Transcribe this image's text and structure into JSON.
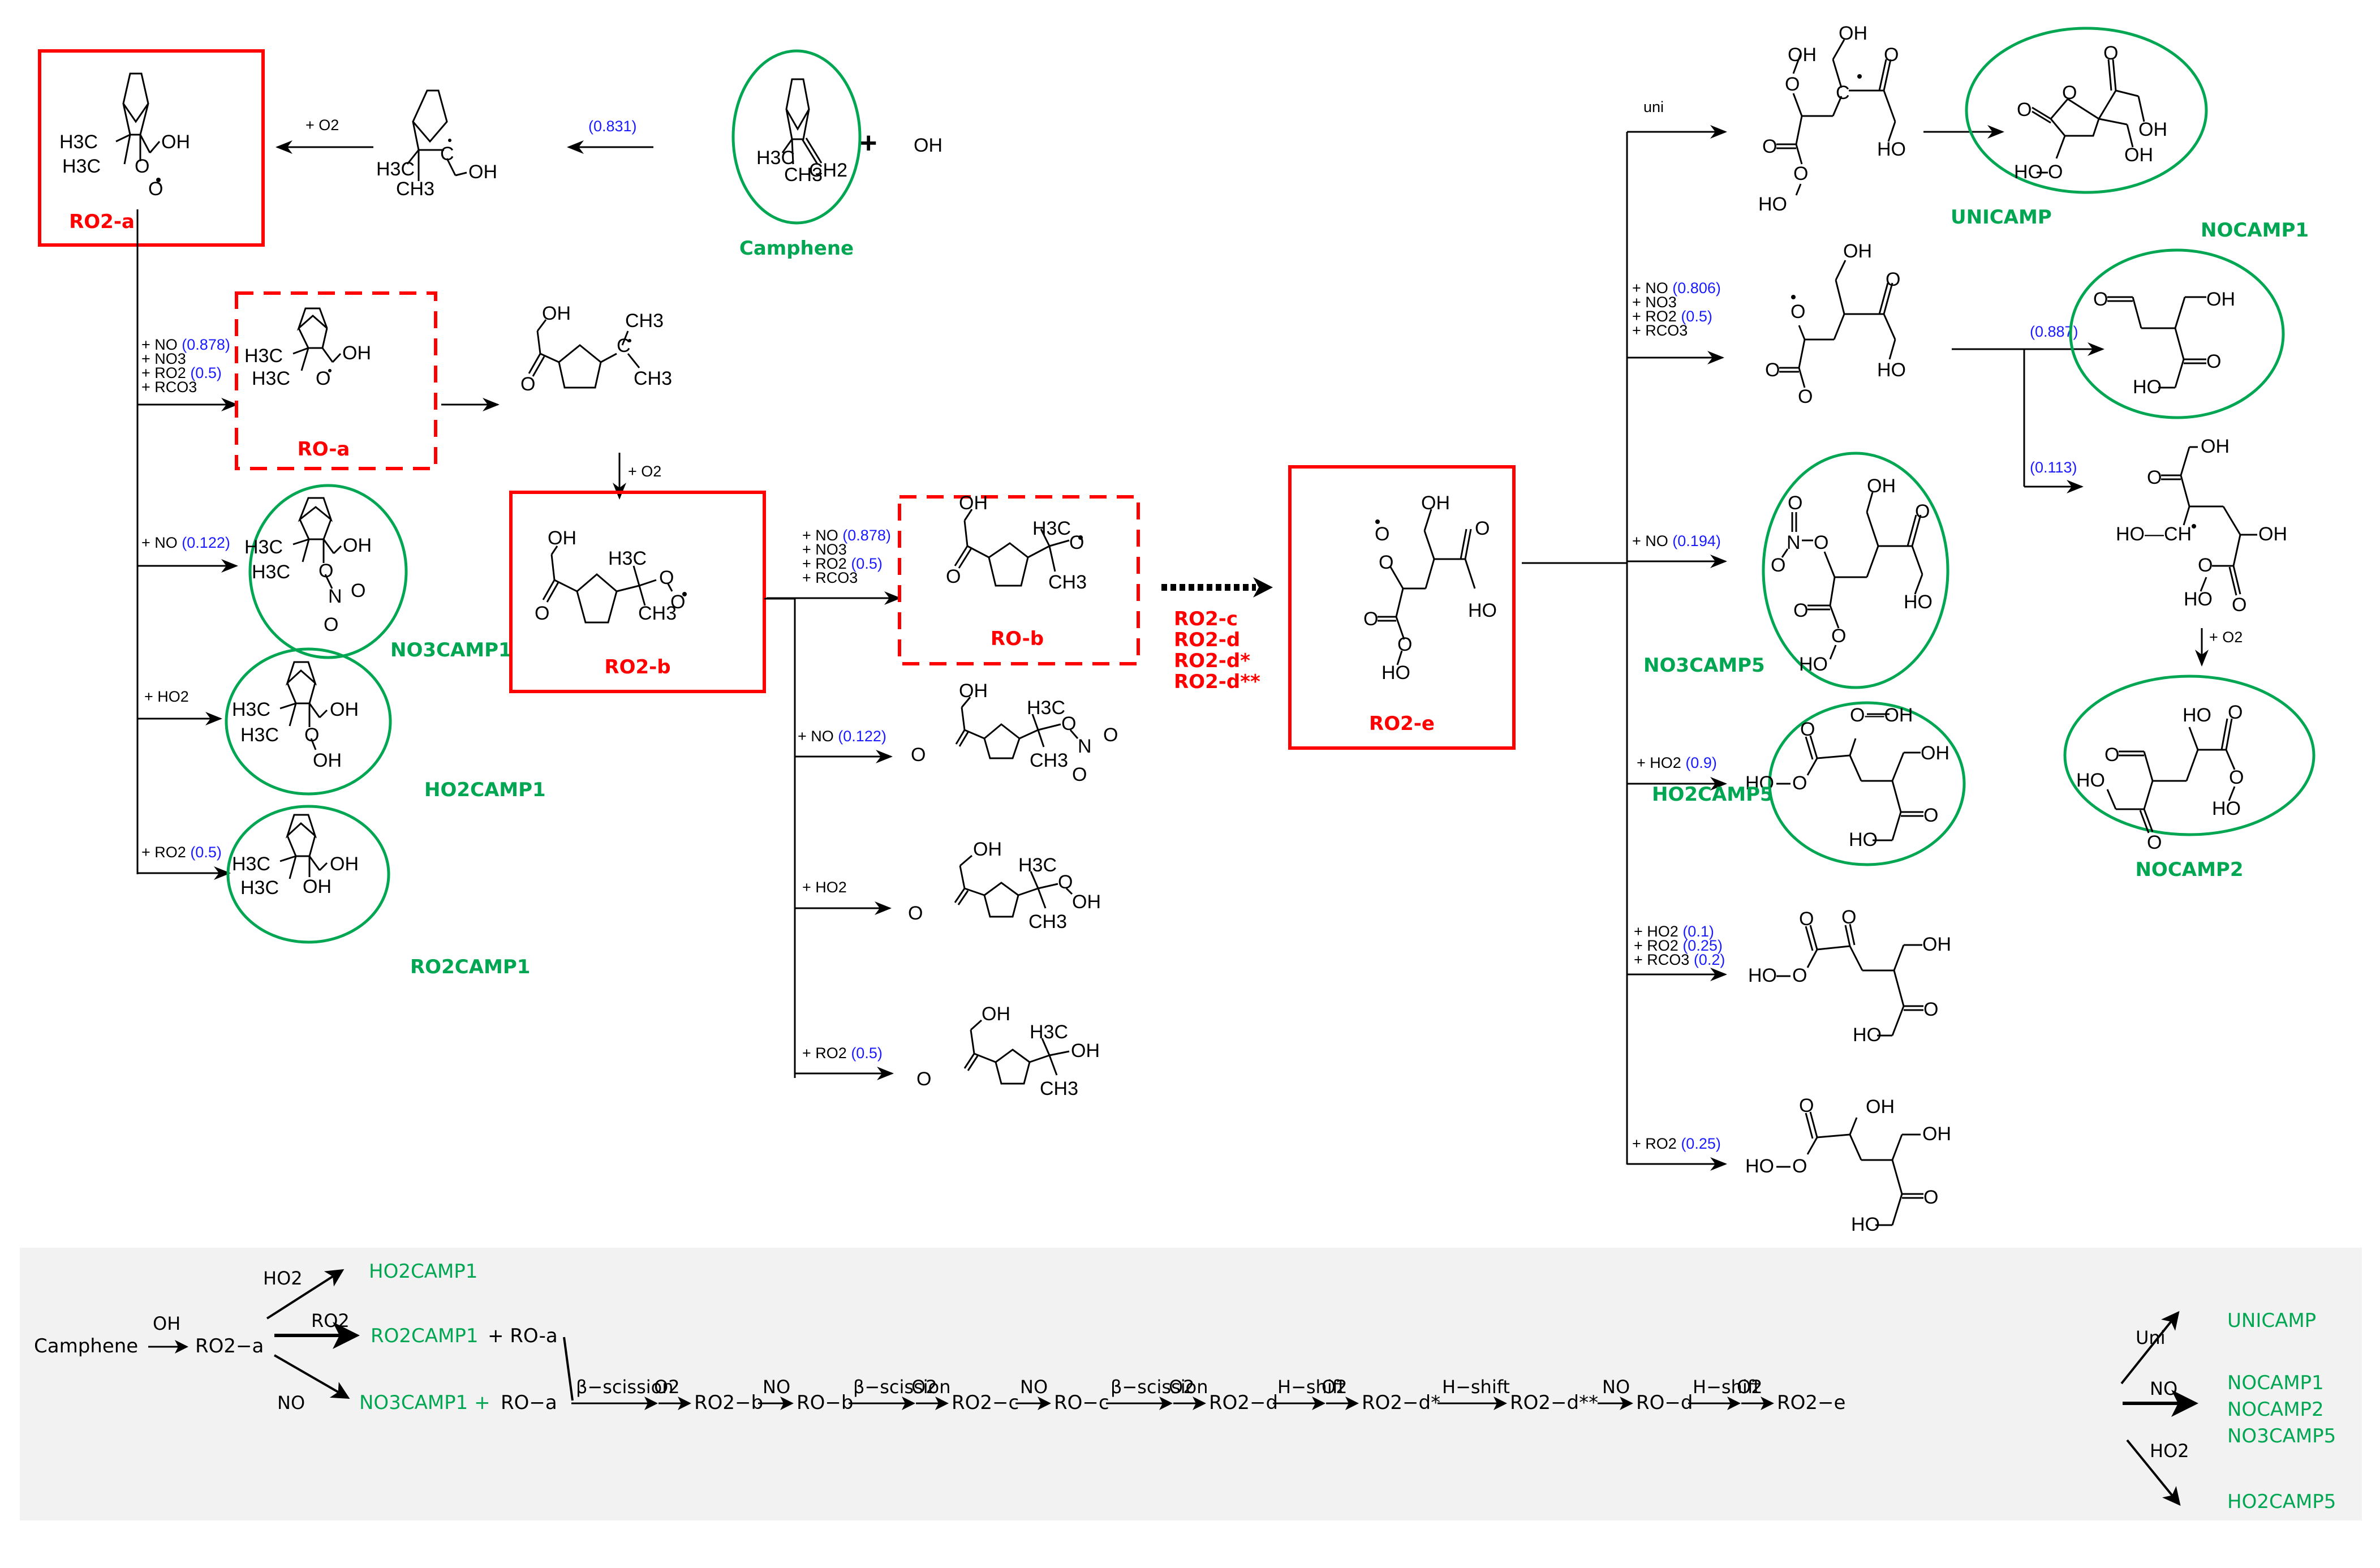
{
  "species": {
    "camphene": {
      "name": "Camphene",
      "plus": "+",
      "oh": "OH"
    },
    "ro2a": {
      "name": "RO2-a"
    },
    "roa": {
      "name": "RO-a"
    },
    "ro2b": {
      "name": "RO2-b"
    },
    "rob": {
      "name": "RO-b"
    },
    "ro2e": {
      "name": "RO2-e"
    },
    "intermediates_list": [
      "RO2-c",
      "RO2-d",
      "RO2-d*",
      "RO2-d**"
    ],
    "no3camp1": {
      "name": "NO3CAMP1"
    },
    "ho2camp1": {
      "name": "HO2CAMP1"
    },
    "ro2camp1": {
      "name": "RO2CAMP1"
    },
    "unicamp": {
      "name": "UNICAMP"
    },
    "nocamp1": {
      "name": "NOCAMP1"
    },
    "no3camp5": {
      "name": "NO3CAMP5"
    },
    "ho2camp5": {
      "name": "HO2CAMP5"
    },
    "nocamp2": {
      "name": "NOCAMP2"
    }
  },
  "atoms": {
    "h3c": "H3C",
    "ch3": "CH3",
    "ch2": "CH2",
    "oh": "OH",
    "ho": "HO",
    "o": "O",
    "n": "N",
    "c": "C",
    "ch": "CH",
    "ho_o": "HO—O",
    "o_oh": "O—OH",
    "ho_ch": "HO—CH",
    "dash_oh": "—OH",
    "ho_dash": "HO—"
  },
  "reactions": {
    "oh_addition": {
      "yield": "(0.831)"
    },
    "plus_o2": "+ O2",
    "ro2a_branches": {
      "no_group": [
        "+ NO",
        "+ NO3",
        "+ RO2",
        "+ RCO3"
      ],
      "no_group_yields": [
        "(0.878)",
        "",
        "(0.5)",
        ""
      ],
      "no_nitrate": {
        "label": "+ NO",
        "yield": "(0.122)"
      },
      "ho2": {
        "label": "+ HO2"
      },
      "ro2": {
        "label": "+ RO2",
        "yield": "(0.5)"
      }
    },
    "ro2b_branches": {
      "no_group": [
        "+ NO",
        "+ NO3",
        "+ RO2",
        "+ RCO3"
      ],
      "no_group_yields": [
        "(0.878)",
        "",
        "(0.5)",
        ""
      ],
      "no_nitrate": {
        "label": "+ NO",
        "yield": "(0.122)"
      },
      "ho2": {
        "label": "+ HO2"
      },
      "ro2": {
        "label": "+ RO2",
        "yield": "(0.5)"
      }
    },
    "ro2e_branches": {
      "uni": {
        "label": "uni"
      },
      "no_group": [
        "+ NO",
        "+ NO3",
        "+ RO2",
        "+ RCO3"
      ],
      "no_group_yields": [
        "(0.806)",
        "",
        "(0.5)",
        ""
      ],
      "nocamp1_split": "(0.887)",
      "radical_split": "(0.113)",
      "no_nitrate": {
        "label": "+ NO",
        "yield": "(0.194)"
      },
      "ho2": {
        "label": "+ HO2",
        "yield": "(0.9)"
      },
      "mixed": [
        "+ HO2",
        "+ RO2",
        "+ RCO3"
      ],
      "mixed_yields": [
        "(0.1)",
        "(0.25)",
        "(0.2)"
      ],
      "ro2": {
        "label": "+ RO2",
        "yield": "(0.25)"
      }
    }
  },
  "summary": {
    "start": "Camphene",
    "oh": "OH",
    "ro2a": "RO2−a",
    "ho2": "HO2",
    "ro2": "RO2",
    "no": "NO",
    "ho2camp1": "HO2CAMP1",
    "ro2camp1": "RO2CAMP1",
    "plus_roa_1": "+ RO-a",
    "no3camp1": "NO3CAMP1",
    "plus_green": "+",
    "roa": "RO−a",
    "chain": [
      {
        "over": "β−scission",
        "o2": "O2",
        "to": "RO2−b"
      },
      {
        "over": "NO",
        "o2": "",
        "to": "RO−b"
      },
      {
        "over": "β−scission",
        "o2": "O2",
        "to": "RO2−c"
      },
      {
        "over": "NO",
        "o2": "",
        "to": "RO−c"
      },
      {
        "over": "β−scission",
        "o2": "O2",
        "to": "RO2−d"
      },
      {
        "over": "H−shift",
        "o2": "O2",
        "to": "RO2−d*"
      },
      {
        "over": "H−shift",
        "o2": "",
        "to": "RO2−d**"
      },
      {
        "over": "NO",
        "o2": "",
        "to": "RO−d"
      },
      {
        "over": "H−shift",
        "o2": "O2",
        "to": "RO2−e"
      }
    ],
    "uni": "Uni",
    "no_end": "NO",
    "ho2_end": "HO2",
    "end_products": {
      "uni": [
        "UNICAMP"
      ],
      "no": [
        "NOCAMP1",
        "NOCAMP2",
        "NO3CAMP5"
      ],
      "ho2": [
        "HO2CAMP5"
      ]
    }
  },
  "colors": {
    "intermediate": "#ff0000",
    "product": "#00a651",
    "yield": "#1a1aff",
    "summary_bg": "#f2f2f2"
  }
}
